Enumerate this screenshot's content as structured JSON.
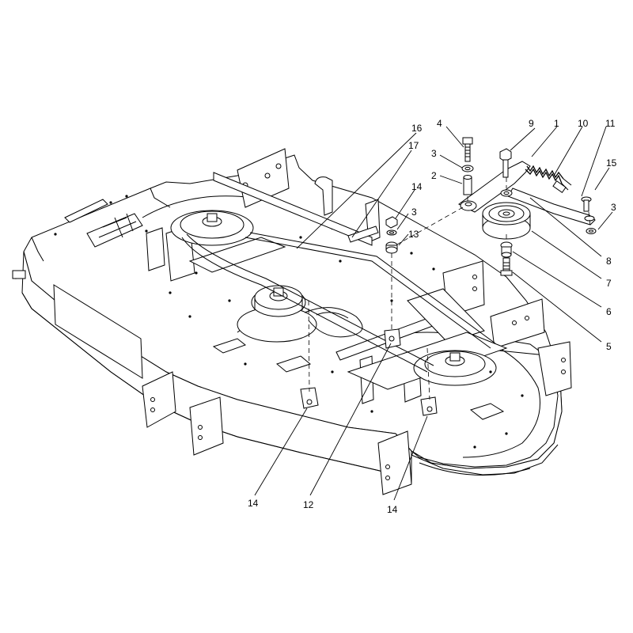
{
  "callouts": [
    {
      "id": "c1",
      "text": "1"
    },
    {
      "id": "c2",
      "text": "2"
    },
    {
      "id": "c3a",
      "text": "3"
    },
    {
      "id": "c3b",
      "text": "3"
    },
    {
      "id": "c3c",
      "text": "3"
    },
    {
      "id": "c4",
      "text": "4"
    },
    {
      "id": "c5",
      "text": "5"
    },
    {
      "id": "c6",
      "text": "6"
    },
    {
      "id": "c7",
      "text": "7"
    },
    {
      "id": "c8",
      "text": "8"
    },
    {
      "id": "c9",
      "text": "9"
    },
    {
      "id": "c10",
      "text": "10"
    },
    {
      "id": "c11",
      "text": "11"
    },
    {
      "id": "c12",
      "text": "12"
    },
    {
      "id": "c13",
      "text": "13"
    },
    {
      "id": "c14a",
      "text": "14"
    },
    {
      "id": "c14b",
      "text": "14"
    },
    {
      "id": "c14c",
      "text": "14"
    },
    {
      "id": "c15",
      "text": "15"
    },
    {
      "id": "c16",
      "text": "16"
    },
    {
      "id": "c17",
      "text": "17"
    }
  ],
  "colors": {
    "line": "#000000",
    "background": "#ffffff"
  }
}
